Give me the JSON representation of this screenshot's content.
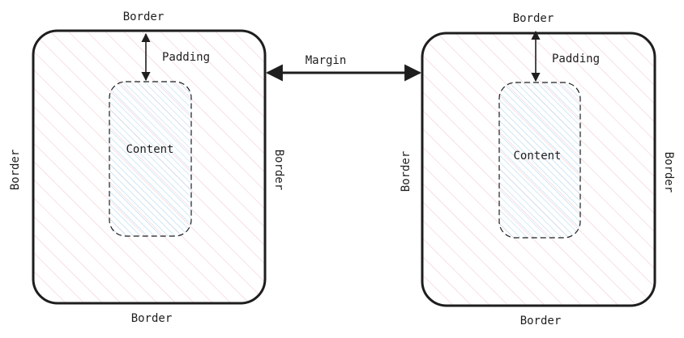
{
  "diagram": {
    "title": "",
    "margin_label": "Margin",
    "colors": {
      "stroke": "#1e1e1e",
      "padding_hatch": "#f3c9d3",
      "content_hatch": "#a8d3ec",
      "background": "#ffffff"
    },
    "boxes": [
      {
        "border_top": "Border",
        "border_bottom": "Border",
        "border_left": "Border",
        "border_right": "Border",
        "padding_label": "Padding",
        "content_label": "Content"
      },
      {
        "border_top": "Border",
        "border_bottom": "Border",
        "border_left": "Border",
        "border_right": "Border",
        "padding_label": "Padding",
        "content_label": "Content"
      }
    ]
  }
}
